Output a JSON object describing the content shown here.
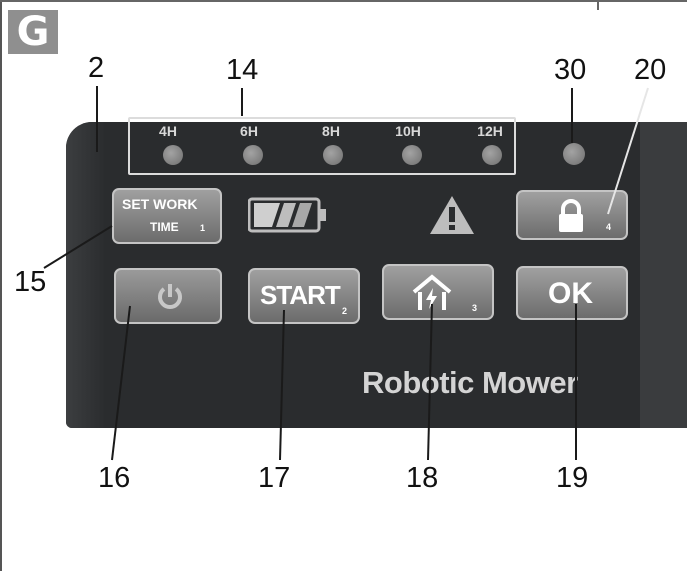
{
  "figure_letter": "G",
  "brand": "Robotic Mower",
  "leds": [
    {
      "label": "4H"
    },
    {
      "label": "6H"
    },
    {
      "label": "8H"
    },
    {
      "label": "10H"
    },
    {
      "label": "12H"
    }
  ],
  "buttons": {
    "set_work_time": {
      "line1": "SET WORK",
      "line2": "TIME",
      "sub": "1"
    },
    "power": {
      "icon": "power-icon"
    },
    "start": {
      "label": "START",
      "sub": "2"
    },
    "home": {
      "icon": "house-charging-icon",
      "sub": "3"
    },
    "ok": {
      "label": "OK"
    },
    "lock": {
      "icon": "padlock-icon",
      "sub": "4"
    }
  },
  "indicators": {
    "battery": {
      "icon": "battery-icon"
    },
    "warning": {
      "icon": "warning-triangle-icon"
    },
    "status_led": {
      "icon": "status-led"
    }
  },
  "callouts": [
    {
      "id": "2",
      "text": "2"
    },
    {
      "id": "14",
      "text": "14"
    },
    {
      "id": "30",
      "text": "30"
    },
    {
      "id": "20",
      "text": "20"
    },
    {
      "id": "15",
      "text": "15"
    },
    {
      "id": "16",
      "text": "16"
    },
    {
      "id": "17",
      "text": "17"
    },
    {
      "id": "18",
      "text": "18"
    },
    {
      "id": "19",
      "text": "19"
    }
  ],
  "colors": {
    "panel": "#2a2c2e",
    "button": "#8a8a8a",
    "led": "#8a8a8a",
    "brand_text": "#d4d4d4"
  }
}
